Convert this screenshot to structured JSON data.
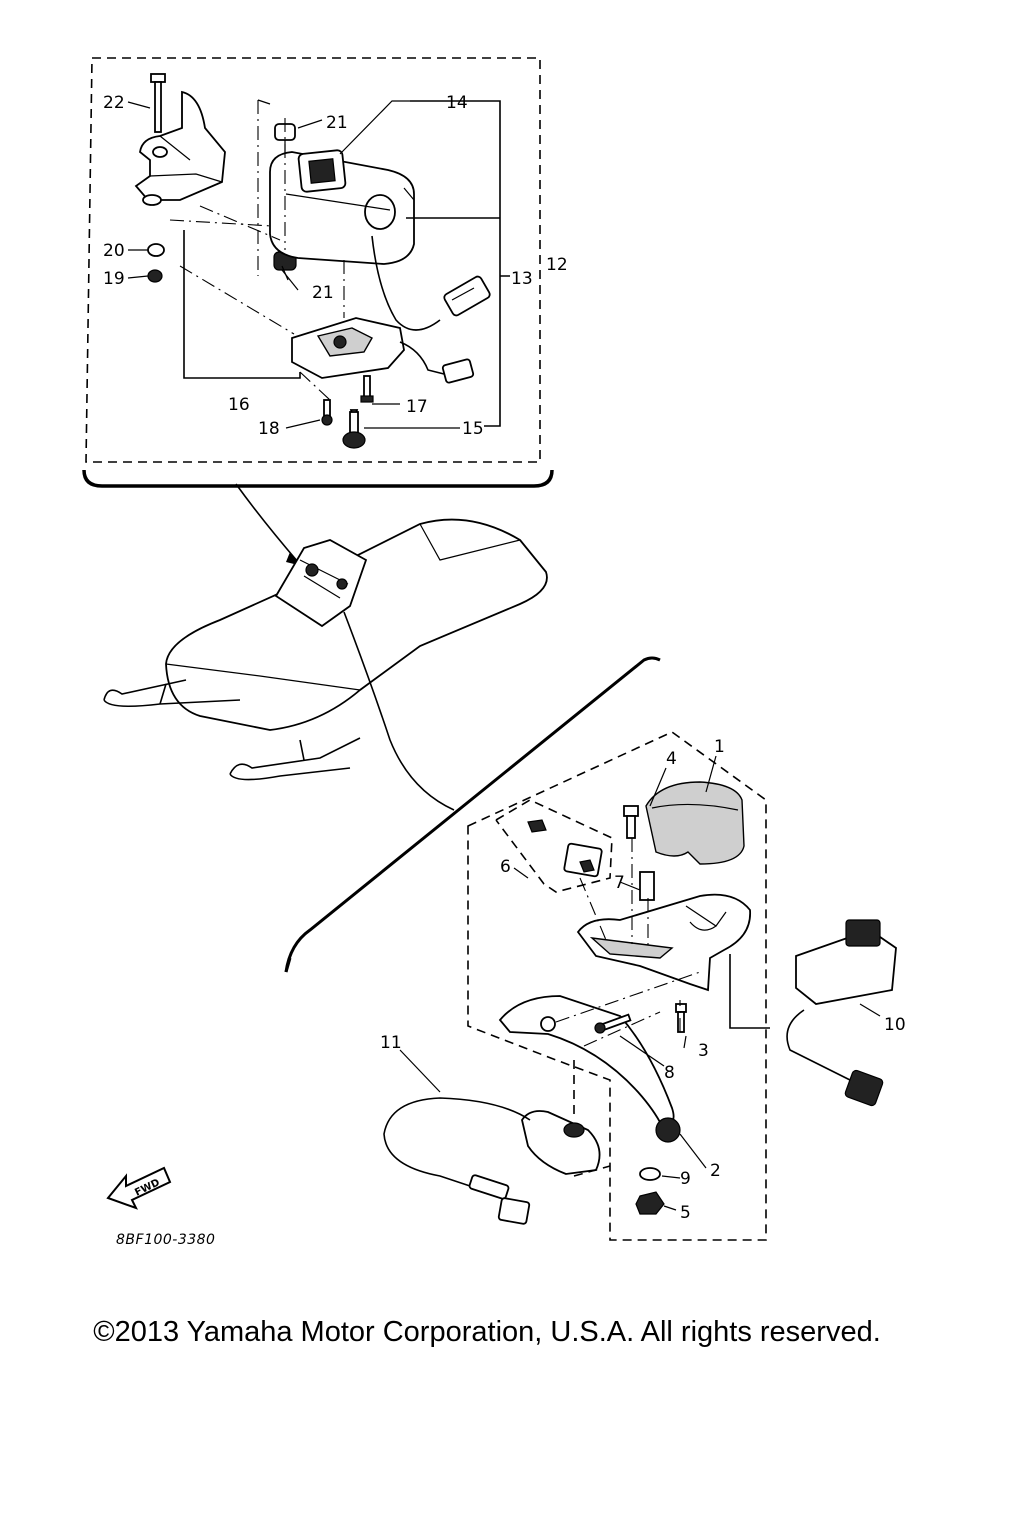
{
  "diagram_code": "8BF100-3380",
  "fwd_label": "FWD",
  "copyright": "©2013 Yamaha Motor Corporation, U.S.A. All rights reserved.",
  "callouts": {
    "c1": "1",
    "c2": "2",
    "c3": "3",
    "c4": "4",
    "c5": "5",
    "c6": "6",
    "c7": "7",
    "c8": "8",
    "c9": "9",
    "c10": "10",
    "c11": "11",
    "c12": "12",
    "c13": "13",
    "c14": "14",
    "c15": "15",
    "c16": "16",
    "c17": "17",
    "c18": "18",
    "c19": "19",
    "c20": "20",
    "c21a": "21",
    "c21b": "21",
    "c22": "22"
  }
}
